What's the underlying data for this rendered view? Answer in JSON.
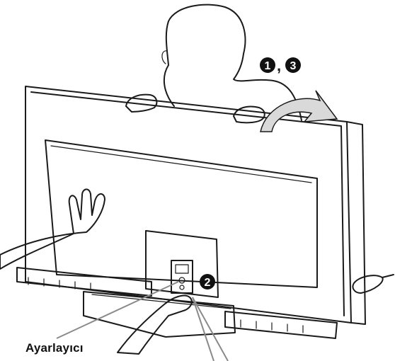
{
  "labels": {
    "adjuster": "Ayarlayıcı"
  },
  "steps": {
    "first": "1",
    "separator": ",",
    "third": "3",
    "second": "2"
  },
  "colors": {
    "line": "#1a1a1a",
    "arrow_fill": "#d9d9d9",
    "leader_line": "#8a8a8a",
    "badge": "#111111",
    "background": "#ffffff"
  }
}
